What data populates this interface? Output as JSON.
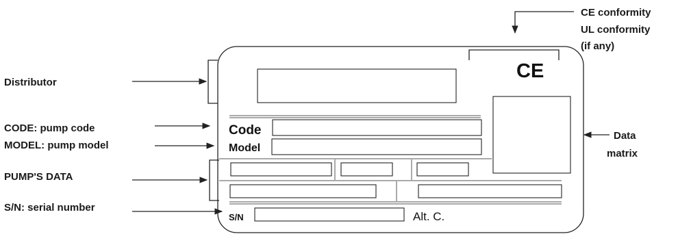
{
  "callouts": {
    "distributor": "Distributor",
    "code": "CODE: pump code",
    "model": "MODEL: pump model",
    "pump_data": "PUMP'S DATA",
    "serial": "S/N: serial number",
    "data_matrix_line1": "Data",
    "data_matrix_line2": "matrix",
    "ce_line1": "CE conformity",
    "ul_line2": "UL conformity",
    "if_any_line3": "(if any)"
  },
  "plate": {
    "ce_mark": "CE",
    "code_label": "Code",
    "model_label": "Model",
    "sn_label": "S/N",
    "alt_c": "Alt. C."
  },
  "colors": {
    "stroke": "#222222",
    "text": "#1a1a1a",
    "background": "#ffffff"
  }
}
